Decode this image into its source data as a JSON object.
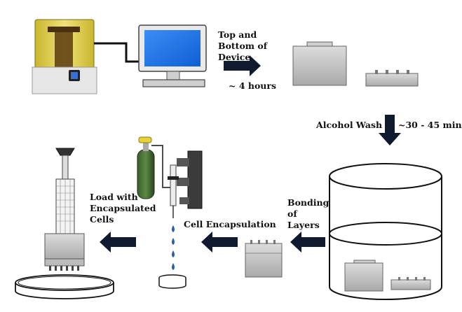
{
  "diagram": {
    "labels": {
      "print_step": "Top and Bottom of Device",
      "print_time": "~ 4 hours",
      "wash_step": "Alcohol Wash",
      "wash_time": "~30 - 45 min",
      "bonding_step": "Bonding of Layers",
      "encapsulation_step": "Cell Encapsulation",
      "loading_step": "Load with Encapsulated Cells"
    },
    "icons": [
      "3d-printer-icon",
      "computer-monitor-icon",
      "device-parts-icon",
      "alcohol-bath-icon",
      "bonded-device-icon",
      "gas-cylinder-icon",
      "syringe-pump-icon",
      "droplets-icon",
      "multichannel-pipette-icon",
      "petri-dish-icon",
      "arrow-icon"
    ],
    "colors": {
      "arrow": "#0f1a2e",
      "printer_resin": "#d9c940",
      "gas_cylinder": "#2f4f25",
      "droplet": "#2a5db0",
      "screen": "#1a6ee8"
    }
  }
}
